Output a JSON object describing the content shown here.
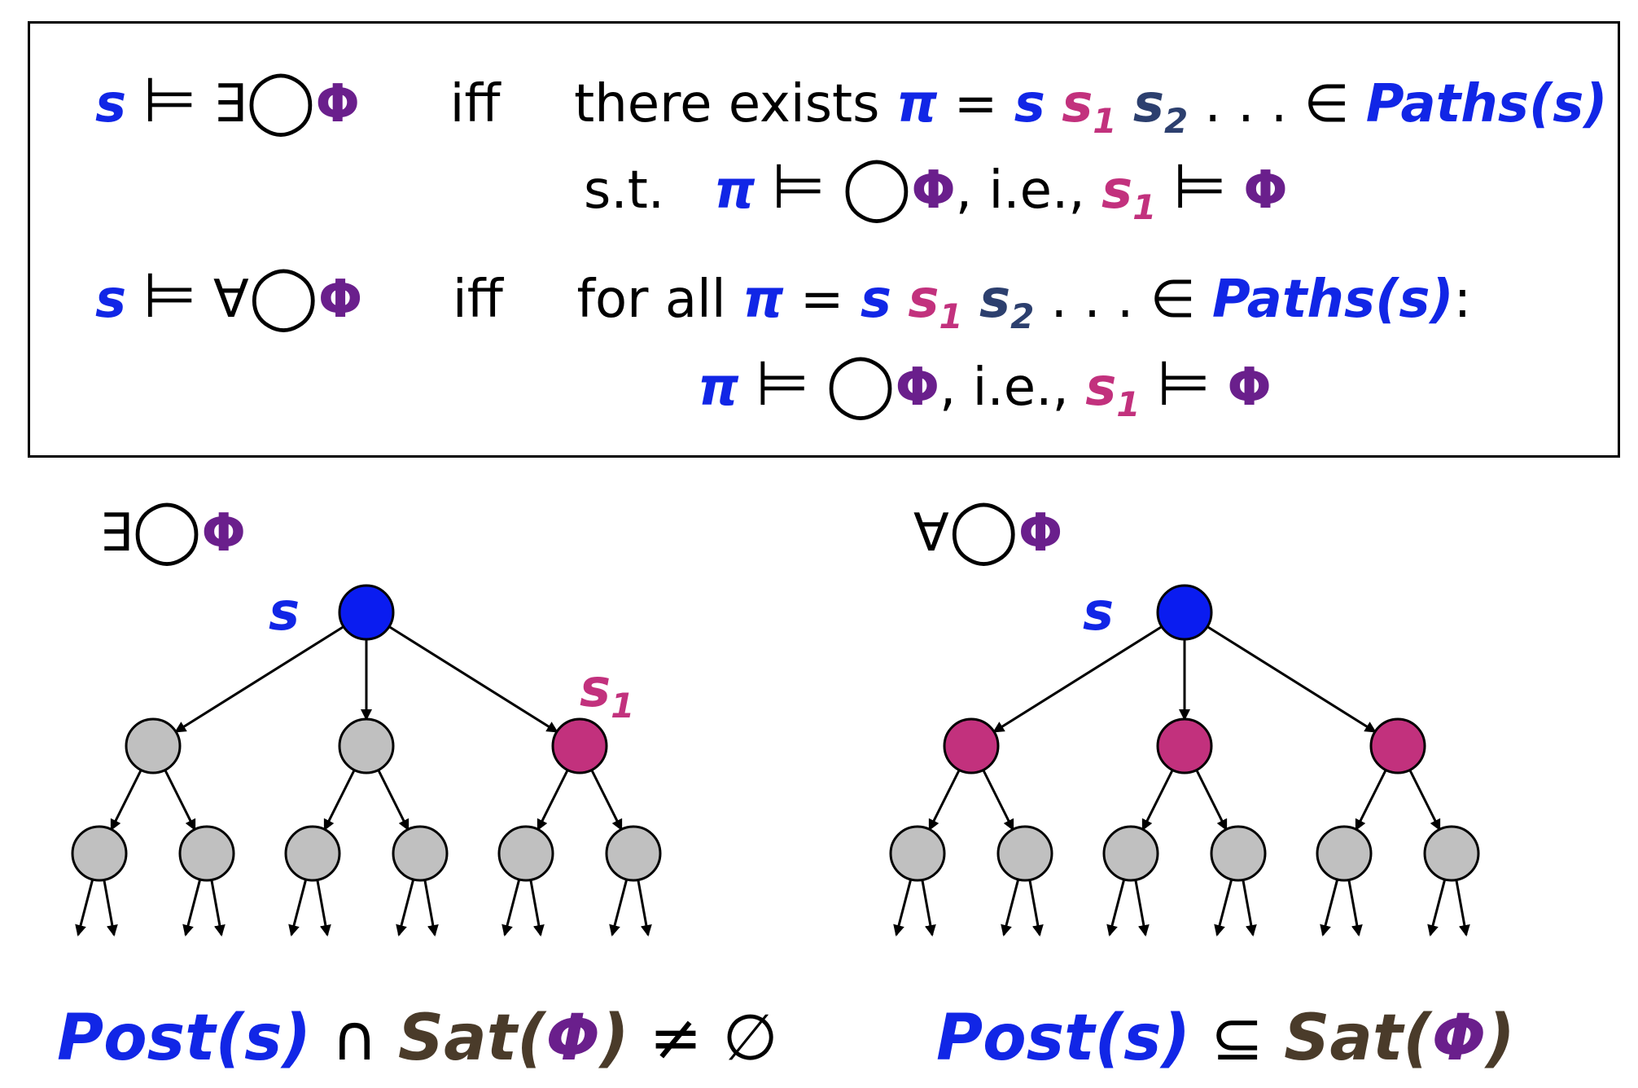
{
  "definitions": {
    "exists_next": {
      "state": "s",
      "models": "⊨",
      "quantifier": "∃",
      "next_op": "◯",
      "formula": "Φ",
      "iff": "iff",
      "clause_text": "there exists",
      "pi": "π",
      "eq": "=",
      "s": "s",
      "s1_base": "s",
      "s1_sub": "1",
      "s2_base": "s",
      "s2_sub": "2",
      "dots": ". . .",
      "in": "∈",
      "paths": "Paths(s)",
      "line2_st": "s.t.",
      "line2_pi": "π",
      "line2_models": "⊨",
      "line2_next": "◯",
      "line2_phi": "Φ",
      "line2_ie": ", i.e.,",
      "line2_s1_base": "s",
      "line2_s1_sub": "1",
      "line2_models2": "⊨",
      "line2_phi2": "Φ"
    },
    "forall_next": {
      "state": "s",
      "models": "⊨",
      "quantifier": "∀",
      "next_op": "◯",
      "formula": "Φ",
      "iff": "iff",
      "clause_text": "for all",
      "pi": "π",
      "eq": "=",
      "s": "s",
      "s1_base": "s",
      "s1_sub": "1",
      "s2_base": "s",
      "s2_sub": "2",
      "dots": ". . .",
      "in": "∈",
      "paths": "Paths(s)",
      "colon": ":",
      "line2_pi": "π",
      "line2_models": "⊨",
      "line2_next": "◯",
      "line2_phi": "Φ",
      "line2_ie": ", i.e.,",
      "line2_s1_base": "s",
      "line2_s1_sub": "1",
      "line2_models2": "⊨",
      "line2_phi2": "Φ"
    }
  },
  "trees": {
    "left": {
      "heading_quantifier": "∃",
      "heading_next": "◯",
      "heading_phi": "Φ",
      "root_label": "s",
      "highlight_label_base": "s",
      "highlight_label_sub": "1",
      "level1_highlighted": [
        false,
        false,
        true
      ],
      "formula": {
        "post": "Post(s)",
        "op": "∩",
        "sat_word": "Sat(",
        "sat_phi": "Φ",
        "sat_close": ")",
        "rel": "≠",
        "empty": "∅"
      }
    },
    "right": {
      "heading_quantifier": "∀",
      "heading_next": "◯",
      "heading_phi": "Φ",
      "root_label": "s",
      "level1_highlighted": [
        true,
        true,
        true
      ],
      "formula": {
        "post": "Post(s)",
        "op": "⊆",
        "sat_word": "Sat(",
        "sat_phi": "Φ",
        "sat_close": ")"
      }
    }
  },
  "colors": {
    "root": "#0a1cf0",
    "highlight": "#c2317d",
    "grey": "#c0c0c0",
    "state_blue": "#1126e6",
    "state_pink": "#c2317d",
    "phi_purple": "#6a1f8c",
    "sat_brown": "#4a3b2a"
  }
}
